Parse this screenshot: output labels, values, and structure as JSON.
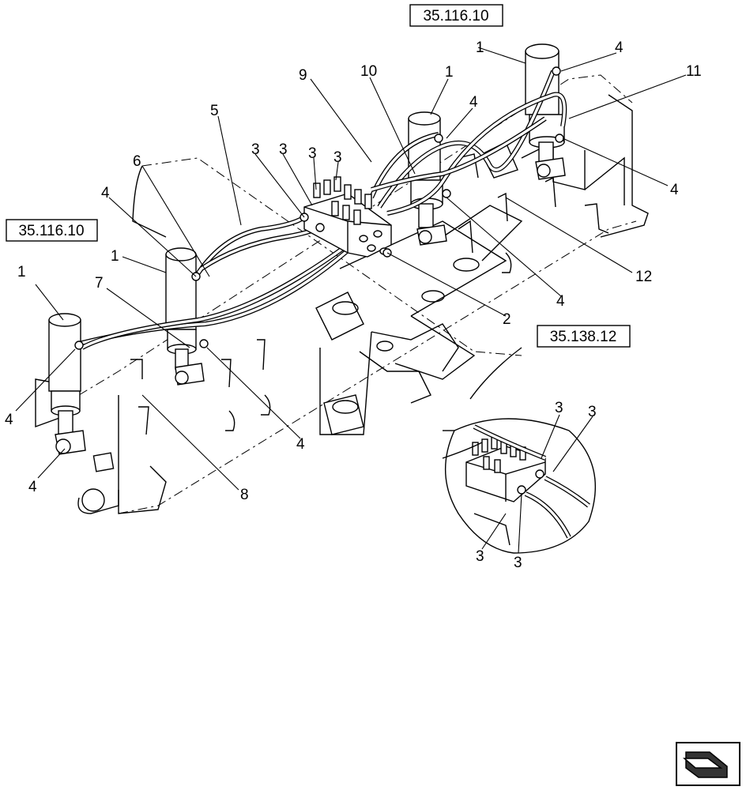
{
  "references": {
    "top": "35.116.10",
    "left": "35.116.10",
    "detail": "35.138.12"
  },
  "callouts": {
    "c1_top": "1",
    "c1_mid": "1",
    "c1_left": "1",
    "c1_far_left": "1",
    "c2": "2",
    "c3_a": "3",
    "c3_b": "3",
    "c3_c": "3",
    "c3_d": "3",
    "c3_det_a": "3",
    "c3_det_b": "3",
    "c3_det_c": "3",
    "c3_det_d": "3",
    "c4_top": "4",
    "c4_mid": "4",
    "c4_right": "4",
    "c4_center": "4",
    "c4_left_top": "4",
    "c4_left_low": "4",
    "c4_far_left": "4",
    "c4_far_left_low": "4",
    "c5": "5",
    "c6": "6",
    "c7": "7",
    "c8": "8",
    "c9": "9",
    "c10": "10",
    "c11": "11",
    "c12": "12"
  },
  "icons": {
    "nav": "next-page-arrow-icon"
  }
}
